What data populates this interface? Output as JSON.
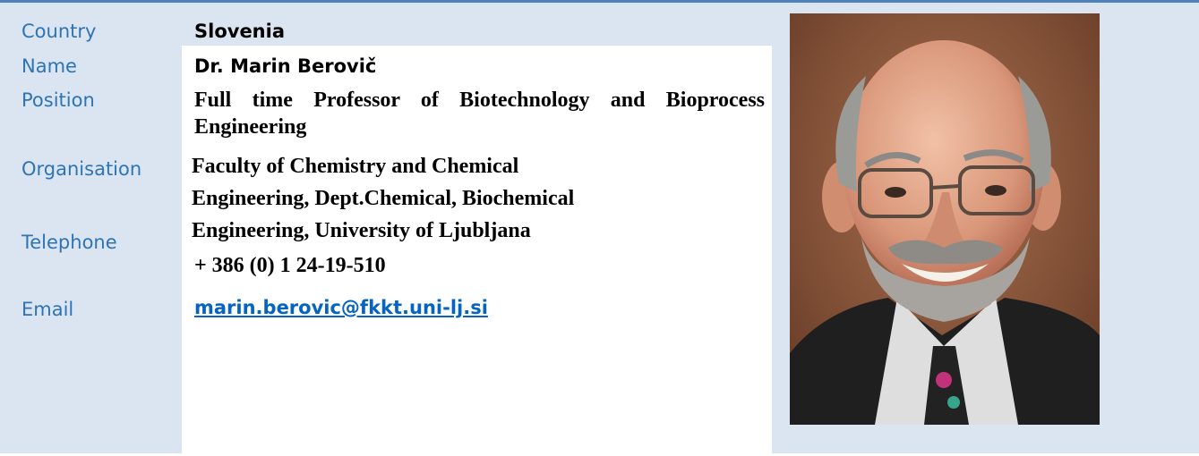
{
  "fields": {
    "country": {
      "label": "Country",
      "value": "Slovenia"
    },
    "name": {
      "label": "Name",
      "value": "Dr. Marin Berovič"
    },
    "position": {
      "label": "Position",
      "value": "Full time Professor of Biotechnology and Bioprocess Engineering"
    },
    "organisation": {
      "label": "Organisation",
      "lines": [
        "Faculty of Chemistry and Chemical",
        "Engineering, Dept.Chemical, Biochemical",
        "Engineering, University of Ljubljana"
      ]
    },
    "telephone": {
      "label": "Telephone",
      "value": "+ 386 (0) 1 24-19-510"
    },
    "email": {
      "label": "Email",
      "value": "marin.berovic@fkkt.uni-lj.si"
    }
  },
  "colors": {
    "label": "#2e74b5",
    "panel": "#dbe5f1",
    "rule": "#4f81bd",
    "link": "#0563c1"
  },
  "photo": {
    "icon": "portrait-photo"
  }
}
